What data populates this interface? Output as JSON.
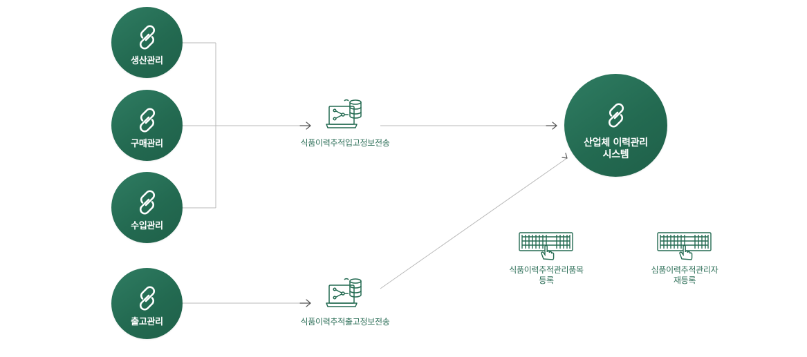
{
  "colors": {
    "primary": "#236a51",
    "line": "#b9b9b9",
    "arrow": "#555555",
    "caption": "#2c6e57"
  },
  "nodes": {
    "production": "생산관리",
    "purchase": "구매관리",
    "import": "수입관리",
    "shipment": "출고관리",
    "system_line1": "산업체 이력관리",
    "system_line2": "시스템"
  },
  "captions": {
    "inbound": "식품이력추적입고정보전송",
    "outbound": "식품이력추적출고정보전송",
    "register_line1": "식품이력추적관리품목",
    "register_line2": "등록",
    "reregister_line1": "심품이력추적관리자",
    "reregister_line2": "재등록"
  },
  "icons": {
    "node_icon": "link-icon",
    "server_icon": "laptop-database-icon",
    "keyboard_icon": "keyboard-pointer-icon"
  }
}
